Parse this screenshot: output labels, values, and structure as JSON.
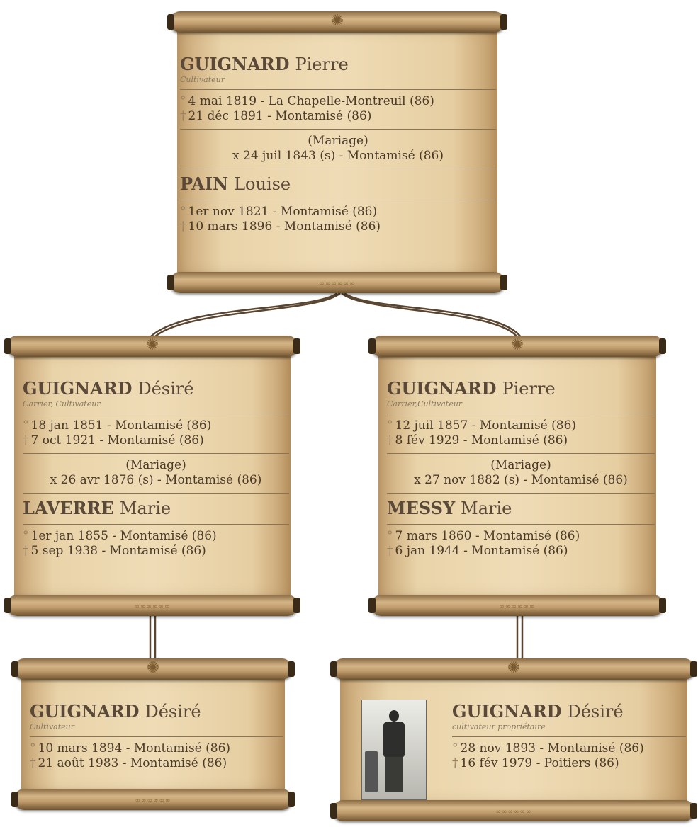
{
  "ornament_glyph": "✺",
  "bottom_ornament_glyph": "∞∞∞∞∞∞",
  "birth_symbol": "°",
  "death_symbol": "†",
  "photo_icon": "portrait-photo",
  "gen1": {
    "husband": {
      "surname": "GUIGNARD",
      "given": "Pierre",
      "occupation": "Cultivateur",
      "birth": "4 mai 1819  - La Chapelle-Montreuil (86)",
      "death": "21 déc 1891  - Montamisé (86)"
    },
    "marriage_label": "(Mariage)",
    "marriage": "x 24 juil 1843 (s)  - Montamisé (86)",
    "wife": {
      "surname": "PAIN",
      "given": "Louise",
      "birth": "1er nov 1821  - Montamisé (86)",
      "death": "10 mars 1896  - Montamisé (86)"
    }
  },
  "gen2_left": {
    "husband": {
      "surname": "GUIGNARD",
      "given": "Désiré",
      "occupation": "Carrier, Cultivateur",
      "birth": "18 jan 1851  - Montamisé (86)",
      "death": "7 oct 1921  - Montamisé (86)"
    },
    "marriage_label": "(Mariage)",
    "marriage": "x 26 avr 1876 (s)  - Montamisé (86)",
    "wife": {
      "surname": "LAVERRE",
      "given": "Marie",
      "birth": "1er jan 1855  - Montamisé (86)",
      "death": "5 sep 1938  - Montamisé (86)"
    }
  },
  "gen2_right": {
    "husband": {
      "surname": "GUIGNARD",
      "given": "Pierre",
      "occupation": "Carrier,Cultivateur",
      "birth": "12 juil 1857  - Montamisé (86)",
      "death": "8 fév 1929  - Montamisé (86)"
    },
    "marriage_label": "(Mariage)",
    "marriage": "x 27 nov 1882 (s)  - Montamisé (86)",
    "wife": {
      "surname": "MESSY",
      "given": "Marie",
      "birth": "7 mars 1860  - Montamisé (86)",
      "death": "6 jan 1944  - Montamisé (86)"
    }
  },
  "gen3_left": {
    "person": {
      "surname": "GUIGNARD",
      "given": "Désiré",
      "occupation": "Cultivateur",
      "birth": "10 mars 1894  - Montamisé (86)",
      "death": "21 août 1983  - Montamisé (86)"
    }
  },
  "gen3_right": {
    "person": {
      "surname": "GUIGNARD",
      "given": "Désiré",
      "occupation": "cultivateur propriétaire",
      "birth": "28 nov 1893  - Montamisé (86)",
      "death": "16 fév 1979  - Poitiers (86)"
    }
  }
}
